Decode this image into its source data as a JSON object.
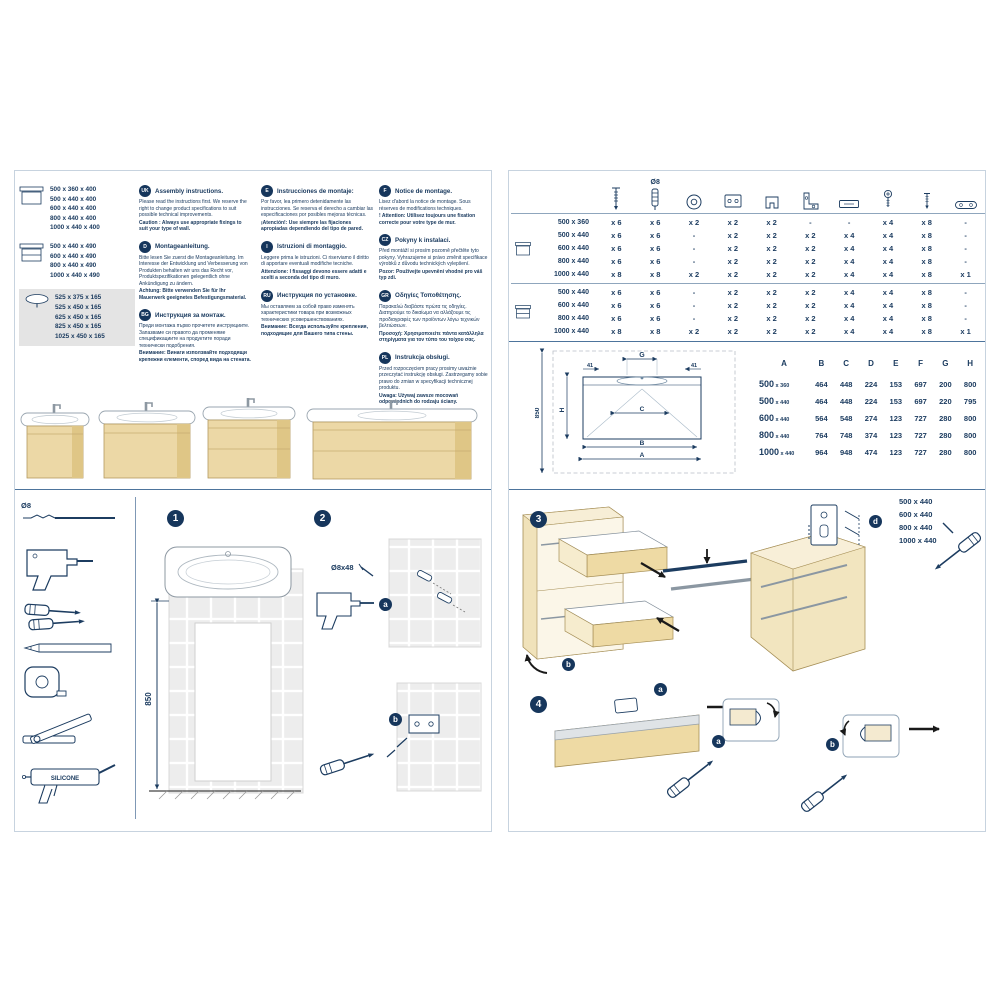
{
  "ink": "#1c3c60",
  "left_page": {
    "size_groups": [
      {
        "icon": "open-cabinet-icon",
        "sizes": [
          "500 x 360 x 400",
          "500 x 440 x 400",
          "600 x 440 x 400",
          "800 x 440 x 400",
          "1000 x 440 x 400"
        ]
      },
      {
        "icon": "drawer-cabinet-icon",
        "sizes": [
          "500 x 440 x 490",
          "600 x 440 x 490",
          "800 x 440 x 490",
          "1000 x 440 x 490"
        ]
      },
      {
        "icon": "washbasin-icon",
        "sizes": [
          "525 x 375 x 165",
          "525 x 450 x 165",
          "625 x 450 x 165",
          "825 x 450 x 165",
          "1025 x 450 x 165"
        ]
      }
    ],
    "language_columns": [
      [
        {
          "code": "UK",
          "title": "Assembly instructions.",
          "body": "Please read the instructions first. We reserve the right to change product specifications to suit possible technical improvements.",
          "note": "Caution : Always use appropriate fixings to suit your type of wall."
        },
        {
          "code": "D",
          "title": "Montageanleitung.",
          "body": "Bitte lesen Sie zuerst die Montageanleitung. Im Interesse der Entwicklung und Verbesserung von Produkten behalten wir uns das Recht vor, Produktspezifikationen gelegentlich ohne Ankündigung zu ändern.",
          "note": "Achtung: Bitte verwenden Sie für Ihr Mauerwerk geeignetes Befestigungsmaterial."
        },
        {
          "code": "BG",
          "title": "Инструкция за монтаж.",
          "body": "Преди монтажа първо прочетете инструкциите. Запазваме си правото да променяме спецификациите на продуктите поради технически подобрения.",
          "note": "Внимание: Винаги използвайте подходящи крепежни елементи, според вида на стената."
        }
      ],
      [
        {
          "code": "E",
          "title": "Instrucciones de montaje:",
          "body": "Por favor, lea primero detenidamente las instrucciones. Se reserva el derecho a cambiar las especificaciones por posibles mejoras técnicas.",
          "note": "¡Atención!: Use siempre las fijaciones apropiadas dependiendo del tipo de pared."
        },
        {
          "code": "I",
          "title": "Istruzioni di montaggio.",
          "body": "Leggere prima le istruzioni. Ci riserviamo il diritto di apportare eventuali modifiche tecniche.",
          "note": "Attenzione: I fissaggi devono essere adatti e scelti a seconda del tipo di muro."
        },
        {
          "code": "RU",
          "title": "Инструкция по установке.",
          "body": "Мы оставляем за собой право изменять характеристики товара при возможных технических усовершенствованиях.",
          "note": "Внимание: Всегда используйте крепления, подходящие для Вашего типа стены."
        }
      ],
      [
        {
          "code": "F",
          "title": "Notice de montage.",
          "body": "Lisez d'abord la notice de montage. Sous réserves de modifications techniques.",
          "note": "! Attention: Utilisez toujours une fixation correcte pour votre type de mur."
        },
        {
          "code": "CZ",
          "title": "Pokyny k instalaci.",
          "body": "Před montáží si prosím pozorně přečtěte tyto pokyny. Vyhrazujeme si právo změnit specifikace výrobků z důvodu technických vylepšení.",
          "note": "Pozor: Používejte upevnění vhodné pro váš typ zdi."
        },
        {
          "code": "GR",
          "title": "Οδηγίες Τοποθέτησης.",
          "body": "Παρακαλώ διαβάστε πρώτα τις οδηγίες. Διατηρούμε το δικαίωμα να αλλάξουμε τις προδιαγραφές των προϊόντων λόγω τεχνικών βελτιώσεων.",
          "note": "Προσοχή: Χρησιμοποιείτε πάντα κατάλληλα στηρίγματα για τον τύπο του τοίχου σας."
        },
        {
          "code": "PL",
          "title": "Instrukcja obsługi.",
          "body": "Przed rozpoczęciem pracy prosimy uważnie przeczytać instrukcję obsługi. Zastrzegamy sobie prawo do zmian w specyfikacji technicznej produktu.",
          "note": "Uwaga: Używaj zawsze mocowań odpowiednich do rodzaju ściany."
        }
      ]
    ],
    "tools": {
      "drill_dia": "Ø8",
      "silicone": "SILICONE"
    },
    "step1": {
      "number": "1",
      "height_dim": "850"
    },
    "step2": {
      "number": "2",
      "plug_size": "Ø8x48",
      "sub_a": "a",
      "sub_b": "b"
    }
  },
  "right_page": {
    "hardware_table": {
      "plug_dia": "Ø8",
      "column_icons": [
        "long-screw-icon",
        "wall-plug-icon",
        "washer-icon",
        "mounting-plate-icon",
        "clip-icon",
        "angle-bracket-icon",
        "flat-bracket-icon",
        "pan-screw-icon",
        "small-screw-icon",
        "fixing-strip-icon"
      ],
      "groups": [
        {
          "icon": "open-cabinet-icon",
          "rows": [
            {
              "size": "500 x 360",
              "qty": [
                "x 6",
                "x 6",
                "x 2",
                "x 2",
                "x 2",
                "-",
                "-",
                "x 4",
                "x 8",
                "-"
              ]
            },
            {
              "size": "500 x 440",
              "qty": [
                "x 6",
                "x 6",
                "-",
                "x 2",
                "x 2",
                "x 2",
                "x 4",
                "x 4",
                "x 8",
                "-"
              ]
            },
            {
              "size": "600 x 440",
              "qty": [
                "x 6",
                "x 6",
                "-",
                "x 2",
                "x 2",
                "x 2",
                "x 4",
                "x 4",
                "x 8",
                "-"
              ]
            },
            {
              "size": "800 x 440",
              "qty": [
                "x 6",
                "x 6",
                "-",
                "x 2",
                "x 2",
                "x 2",
                "x 4",
                "x 4",
                "x 8",
                "-"
              ]
            },
            {
              "size": "1000 x 440",
              "qty": [
                "x 8",
                "x 8",
                "x 2",
                "x 2",
                "x 2",
                "x 2",
                "x 4",
                "x 4",
                "x 8",
                "x 1"
              ]
            }
          ]
        },
        {
          "icon": "drawer-cabinet-icon",
          "rows": [
            {
              "size": "500 x 440",
              "qty": [
                "x 6",
                "x 6",
                "-",
                "x 2",
                "x 2",
                "x 2",
                "x 4",
                "x 4",
                "x 8",
                "-"
              ]
            },
            {
              "size": "600 x 440",
              "qty": [
                "x 6",
                "x 6",
                "-",
                "x 2",
                "x 2",
                "x 2",
                "x 4",
                "x 4",
                "x 8",
                "-"
              ]
            },
            {
              "size": "800 x 440",
              "qty": [
                "x 6",
                "x 6",
                "-",
                "x 2",
                "x 2",
                "x 2",
                "x 4",
                "x 4",
                "x 8",
                "-"
              ]
            },
            {
              "size": "1000 x 440",
              "qty": [
                "x 8",
                "x 8",
                "x 2",
                "x 2",
                "x 2",
                "x 2",
                "x 4",
                "x 4",
                "x 8",
                "x 1"
              ]
            }
          ]
        }
      ]
    },
    "drawing_labels": {
      "g": "G",
      "left_41": "41",
      "right_41": "41",
      "c": "C",
      "b": "B",
      "a": "A",
      "h": "H",
      "height": "850"
    },
    "dims_table": {
      "headers": [
        "A",
        "B",
        "C",
        "D",
        "E",
        "F",
        "G",
        "H"
      ],
      "rows": [
        {
          "size": "500",
          "suffix": "x 360",
          "values": [
            "464",
            "448",
            "224",
            "153",
            "697",
            "200",
            "800"
          ]
        },
        {
          "size": "500",
          "suffix": "x 440",
          "values": [
            "464",
            "448",
            "224",
            "153",
            "697",
            "220",
            "795"
          ]
        },
        {
          "size": "600",
          "suffix": "x 440",
          "values": [
            "564",
            "548",
            "274",
            "123",
            "727",
            "280",
            "800"
          ]
        },
        {
          "size": "800",
          "suffix": "x 440",
          "values": [
            "764",
            "748",
            "374",
            "123",
            "727",
            "280",
            "800"
          ]
        },
        {
          "size": "1000",
          "suffix": "x 440",
          "values": [
            "964",
            "948",
            "474",
            "123",
            "727",
            "280",
            "800"
          ]
        }
      ]
    },
    "step3": {
      "number": "3",
      "sizes": [
        "500 x 440",
        "600 x 440",
        "800 x 440",
        "1000 x 440"
      ],
      "sub_a": "a",
      "sub_b": "b",
      "sub_d": "d"
    },
    "step4": {
      "number": "4",
      "sub_a": "a",
      "sub_b": "b"
    }
  }
}
